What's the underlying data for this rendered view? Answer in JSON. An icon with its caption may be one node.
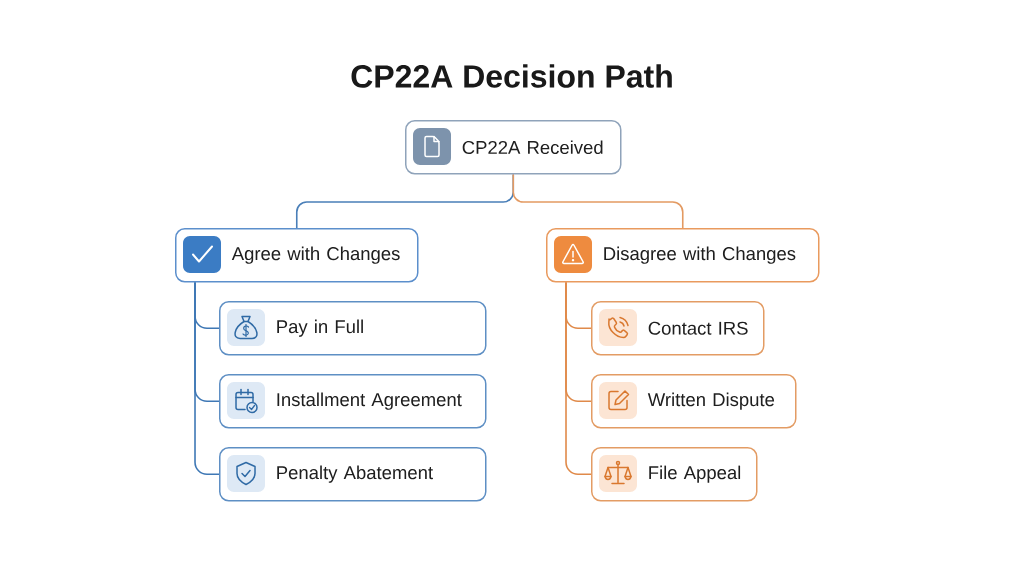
{
  "diagram": {
    "title": "CP22A Decision Path",
    "nodes": [
      {
        "text": [
          "CP22A Received"
        ]
      },
      {
        "text": [
          "Agree with Changes"
        ]
      },
      {
        "text": [
          "Disagree with Changes"
        ]
      },
      {
        "text": [
          "Pay in Full"
        ]
      },
      {
        "text": [
          "Installment Agreement"
        ]
      },
      {
        "text": [
          "Penalty Abatement"
        ]
      },
      {
        "text": [
          "Contact IRS"
        ]
      },
      {
        "text": [
          "Written Dispute"
        ]
      },
      {
        "text": [
          "File Appeal"
        ]
      }
    ],
    "edges": [
      {
        "from": 0,
        "to": 1,
        "arrow": "none",
        "color": "#4a7fb8"
      },
      {
        "from": 0,
        "to": 2,
        "arrow": "none",
        "color": "#e39a62"
      },
      {
        "from": 1,
        "to": 3,
        "arrow": "none",
        "color": "#3f78b5"
      },
      {
        "from": 1,
        "to": 4,
        "arrow": "none",
        "color": "#3f78b5"
      },
      {
        "from": 1,
        "to": 5,
        "arrow": "none",
        "color": "#3f78b5"
      },
      {
        "from": 2,
        "to": 6,
        "arrow": "none",
        "color": "#e08a4a"
      },
      {
        "from": 2,
        "to": 7,
        "arrow": "none",
        "color": "#e08a4a"
      },
      {
        "from": 2,
        "to": 8,
        "arrow": "none",
        "color": "#e08a4a"
      }
    ]
  }
}
